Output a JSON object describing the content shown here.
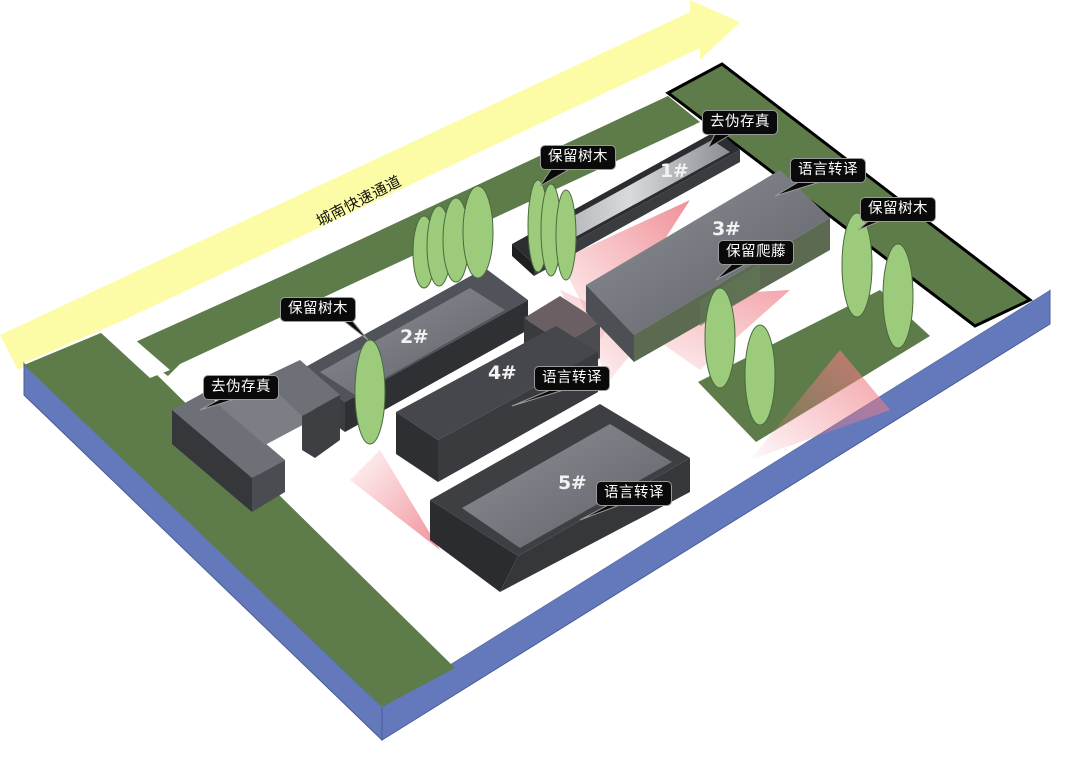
{
  "diagram": {
    "type": "isometric-site-plan",
    "road": {
      "label": "城南快速通道",
      "color": "#fdfca6"
    },
    "colors": {
      "green_space": "#5e7b4a",
      "site_edge": "#6479bc",
      "building_dark": "#3c3e42",
      "building_mid": "#6a6d73",
      "building_light": "#a9acb1",
      "tree": "#9ccb7c",
      "view_cone": "#ee7d86",
      "callout_bg": "#0a0a0a"
    },
    "buildings": [
      {
        "id": "1",
        "label": "1#"
      },
      {
        "id": "2",
        "label": "2#"
      },
      {
        "id": "3",
        "label": "3#"
      },
      {
        "id": "4",
        "label": "4#"
      },
      {
        "id": "5",
        "label": "5#"
      }
    ],
    "callouts": [
      {
        "id": "c1",
        "text": "去伪存真",
        "target": "building-1"
      },
      {
        "id": "c2",
        "text": "保留树木",
        "target": "trees-near-1"
      },
      {
        "id": "c3",
        "text": "语言转译",
        "target": "building-3"
      },
      {
        "id": "c4",
        "text": "保留树木",
        "target": "trees-east"
      },
      {
        "id": "c5",
        "text": "保留爬藤",
        "target": "building-3-facade"
      },
      {
        "id": "c6",
        "text": "保留树木",
        "target": "tree-near-2"
      },
      {
        "id": "c7",
        "text": "去伪存真",
        "target": "west-building"
      },
      {
        "id": "c8",
        "text": "语言转译",
        "target": "building-4"
      },
      {
        "id": "c9",
        "text": "语言转译",
        "target": "building-5"
      }
    ]
  }
}
